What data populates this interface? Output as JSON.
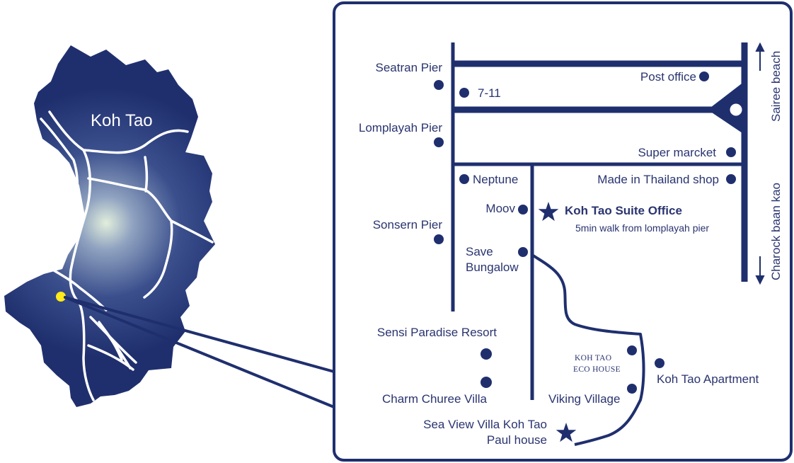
{
  "island": {
    "name": "Koh Tao"
  },
  "colors": {
    "map_blue": "#1f2f6e",
    "road_white": "#ffffff",
    "dot_navy": "#1f2f6e",
    "highlight_yellow": "#ffea1a",
    "frame_blue": "#1f2f6e"
  },
  "icons": {
    "location_dot": "circle-dot-icon",
    "star": "star-icon",
    "arrow": "arrow-icon"
  },
  "labels": {
    "seatran_pier": "Seatran Pier",
    "seven_eleven": "7-11",
    "post_office": "Post office",
    "lomplayah_pier": "Lomplayah Pier",
    "super_market": "Super marcket",
    "neptune": "Neptune",
    "made_in_thailand": "Made in Thailand shop",
    "moov": "Moov",
    "office_name": "Koh Tao Suite Office",
    "office_note": "5min walk from lomplayah pier",
    "sonsern_pier": "Sonsern Pier",
    "save_line1": "Save",
    "save_line2": "Bungalow",
    "sensi_paradise": "Sensi Paradise Resort",
    "charm_churee": "Charm Churee Villa",
    "eco_line1": "KOH TAO",
    "eco_line2": "ECO HOUSE",
    "koh_tao_apartment": "Koh Tao Apartment",
    "viking_village": "Viking Village",
    "sea_view_line1": "Sea View Villa Koh Tao",
    "sea_view_line2": "Paul house",
    "sairee_beach": "Sairee beach",
    "charock_baan_kao": "Charock baan kao"
  }
}
